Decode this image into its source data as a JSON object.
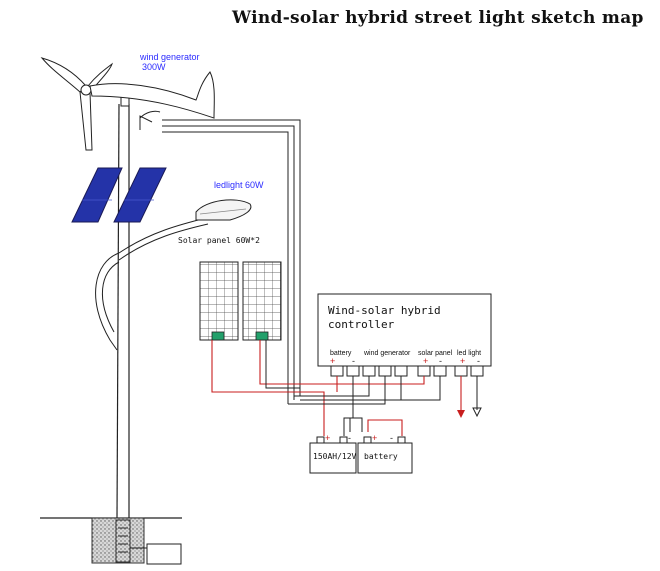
{
  "title": "Wind-solar hybrid street light sketch map",
  "labels": {
    "wind_generator_line1": "wind generator",
    "wind_generator_line2": "300W",
    "led_light": "ledlight 60W",
    "solar_panel": "Solar panel 60W*2",
    "controller_line1": "Wind-solar hybrid",
    "controller_line2": "controller",
    "terminal_battery": "battery",
    "terminal_wind": "wind generator",
    "terminal_solar": "solar panel",
    "terminal_led": "led light",
    "battery1": "150AH/12V",
    "battery2": "battery"
  },
  "colors": {
    "label_blue": "#2c2cff",
    "panel_blue": "#2433a8",
    "wire_red": "#c81e1e",
    "line": "#222222"
  }
}
